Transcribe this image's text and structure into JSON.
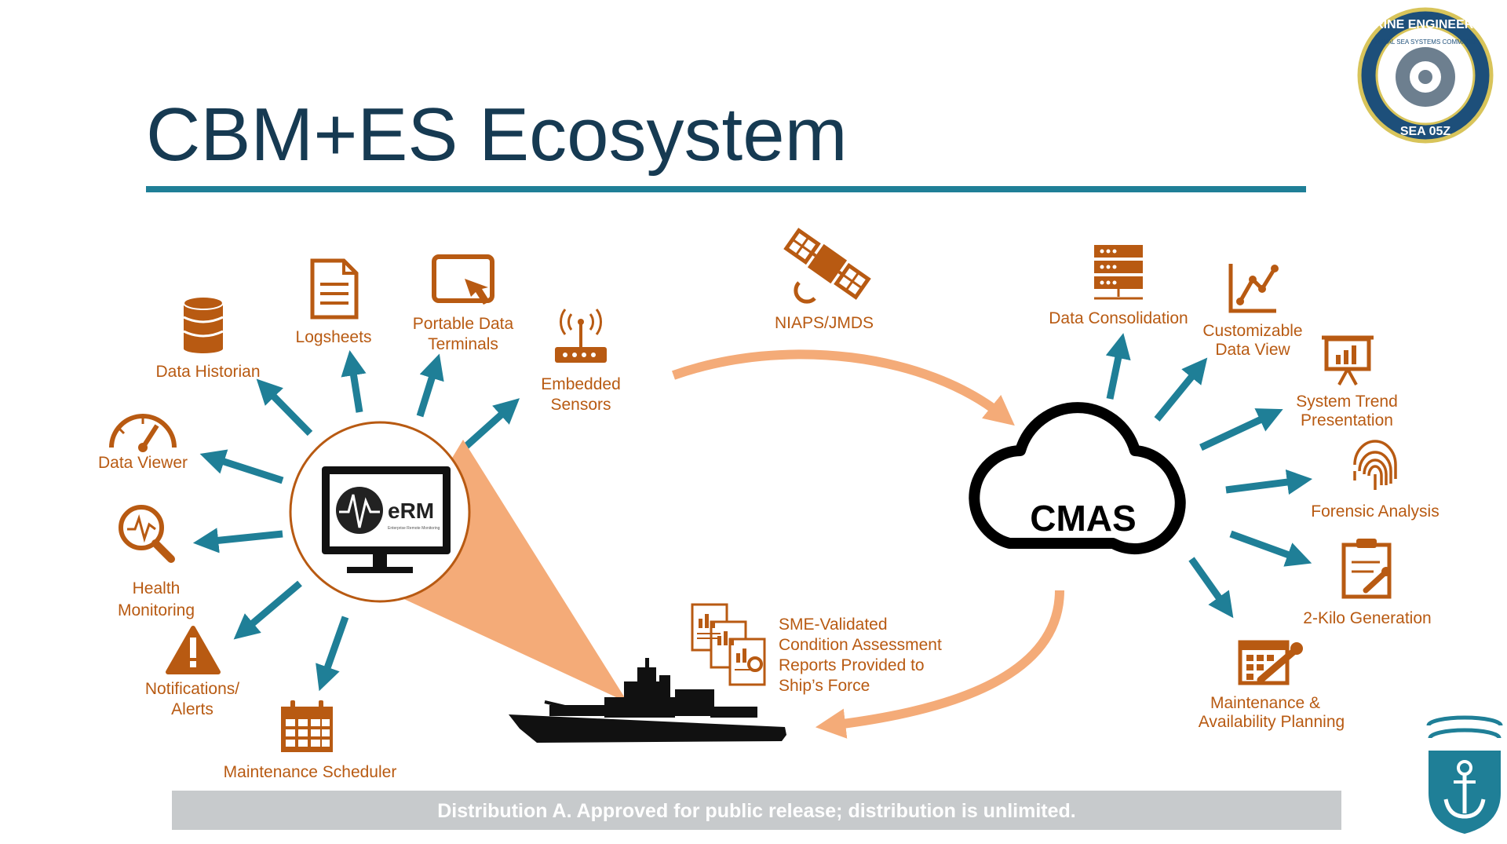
{
  "title": "CBM+ES Ecosystem",
  "footer": "Distribution A.  Approved for public release; distribution is unlimited.",
  "seal": {
    "top_text": "MARINE ENGINEERING",
    "inner_text": "NAVAL SEA SYSTEMS COMMAND",
    "bottom_text": "SEA 05Z"
  },
  "erm": {
    "label": "eRM",
    "sub": "Enterprise Remote Monitoring"
  },
  "cmas": {
    "label": "CMAS"
  },
  "left_labels": {
    "data_historian": "Data Historian",
    "logsheets": "Logsheets",
    "portable_1": "Portable Data",
    "portable_2": "Terminals",
    "embedded_1": "Embedded",
    "embedded_2": "Sensors",
    "data_viewer": "Data Viewer",
    "health_1": "Health",
    "health_2": "Monitoring",
    "notif_1": "Notifications/",
    "notif_2": "Alerts",
    "scheduler": "Maintenance Scheduler"
  },
  "center_labels": {
    "niaps": "NIAPS/JMDS",
    "sme_1": "SME-Validated",
    "sme_2": "Condition Assessment",
    "sme_3": "Reports Provided to",
    "sme_4": "Ship’s Force"
  },
  "right_labels": {
    "consolidation": "Data Consolidation",
    "custom_1": "Customizable",
    "custom_2": "Data View",
    "trend_1": "System Trend",
    "trend_2": "Presentation",
    "forensic": "Forensic Analysis",
    "kilo": "2-Kilo Generation",
    "maint_1": "Maintenance &",
    "maint_2": "Availability Planning"
  },
  "colors": {
    "title": "#163a52",
    "rule": "#1f7f97",
    "arrow": "#1f7f97",
    "orange": "#b85a12",
    "flow": "#f4ab78",
    "footer_bg": "#c7cacc"
  }
}
